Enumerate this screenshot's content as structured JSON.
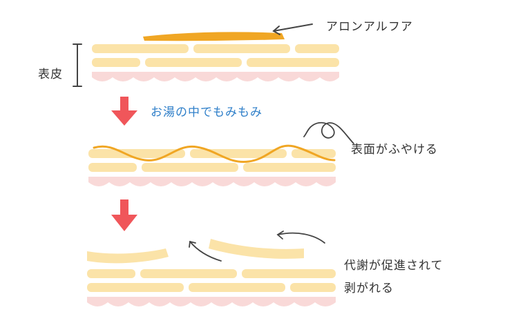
{
  "labels": {
    "product": "アロンアルフア",
    "epidermis": "表皮",
    "step1": "お湯の中でもみもみ",
    "swelling": "表面がふやける",
    "peel_line1": "代謝が促進されて",
    "peel_line2": "剥がれる"
  },
  "colors": {
    "skin_cream": "#fbe3a8",
    "skin_pink": "#f9d9d8",
    "adhesive_orange": "#f0a624",
    "arrow_red": "#f0565a",
    "accent_blue": "#2f7fc9",
    "text": "#333333",
    "line": "#444444"
  },
  "icons": [
    "pointer-arrow-icon",
    "down-arrow-icon",
    "curl-icon",
    "bracket-icon"
  ]
}
